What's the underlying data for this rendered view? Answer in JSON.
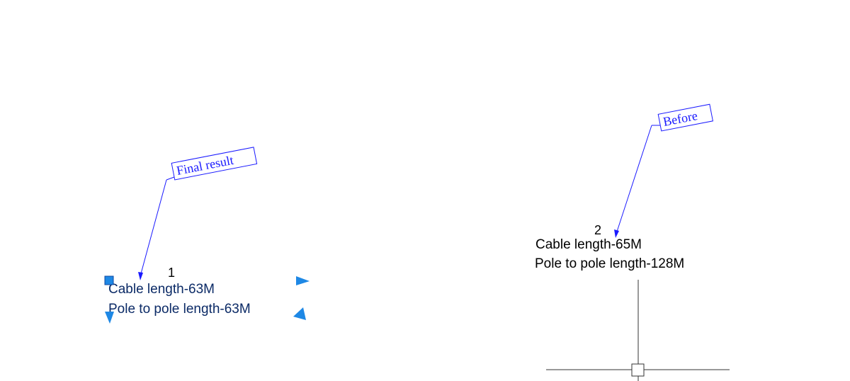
{
  "colors": {
    "background": "#ffffff",
    "callout": "#1a1aff",
    "grip": "#1e88e5",
    "selected_text": "#0b2a66",
    "text": "#000000",
    "crosshair": "#333333"
  },
  "left_group": {
    "callout_label": "Final result",
    "index_label": "1",
    "cable_text": "Cable length-63M",
    "pole_text": "Pole to pole length-63M",
    "selected": true
  },
  "right_group": {
    "callout_label": "Before",
    "index_label": "2",
    "cable_text": "Cable length-65M",
    "pole_text": "Pole to pole length-128M"
  },
  "cursor": {
    "type": "crosshair-pickbox"
  }
}
